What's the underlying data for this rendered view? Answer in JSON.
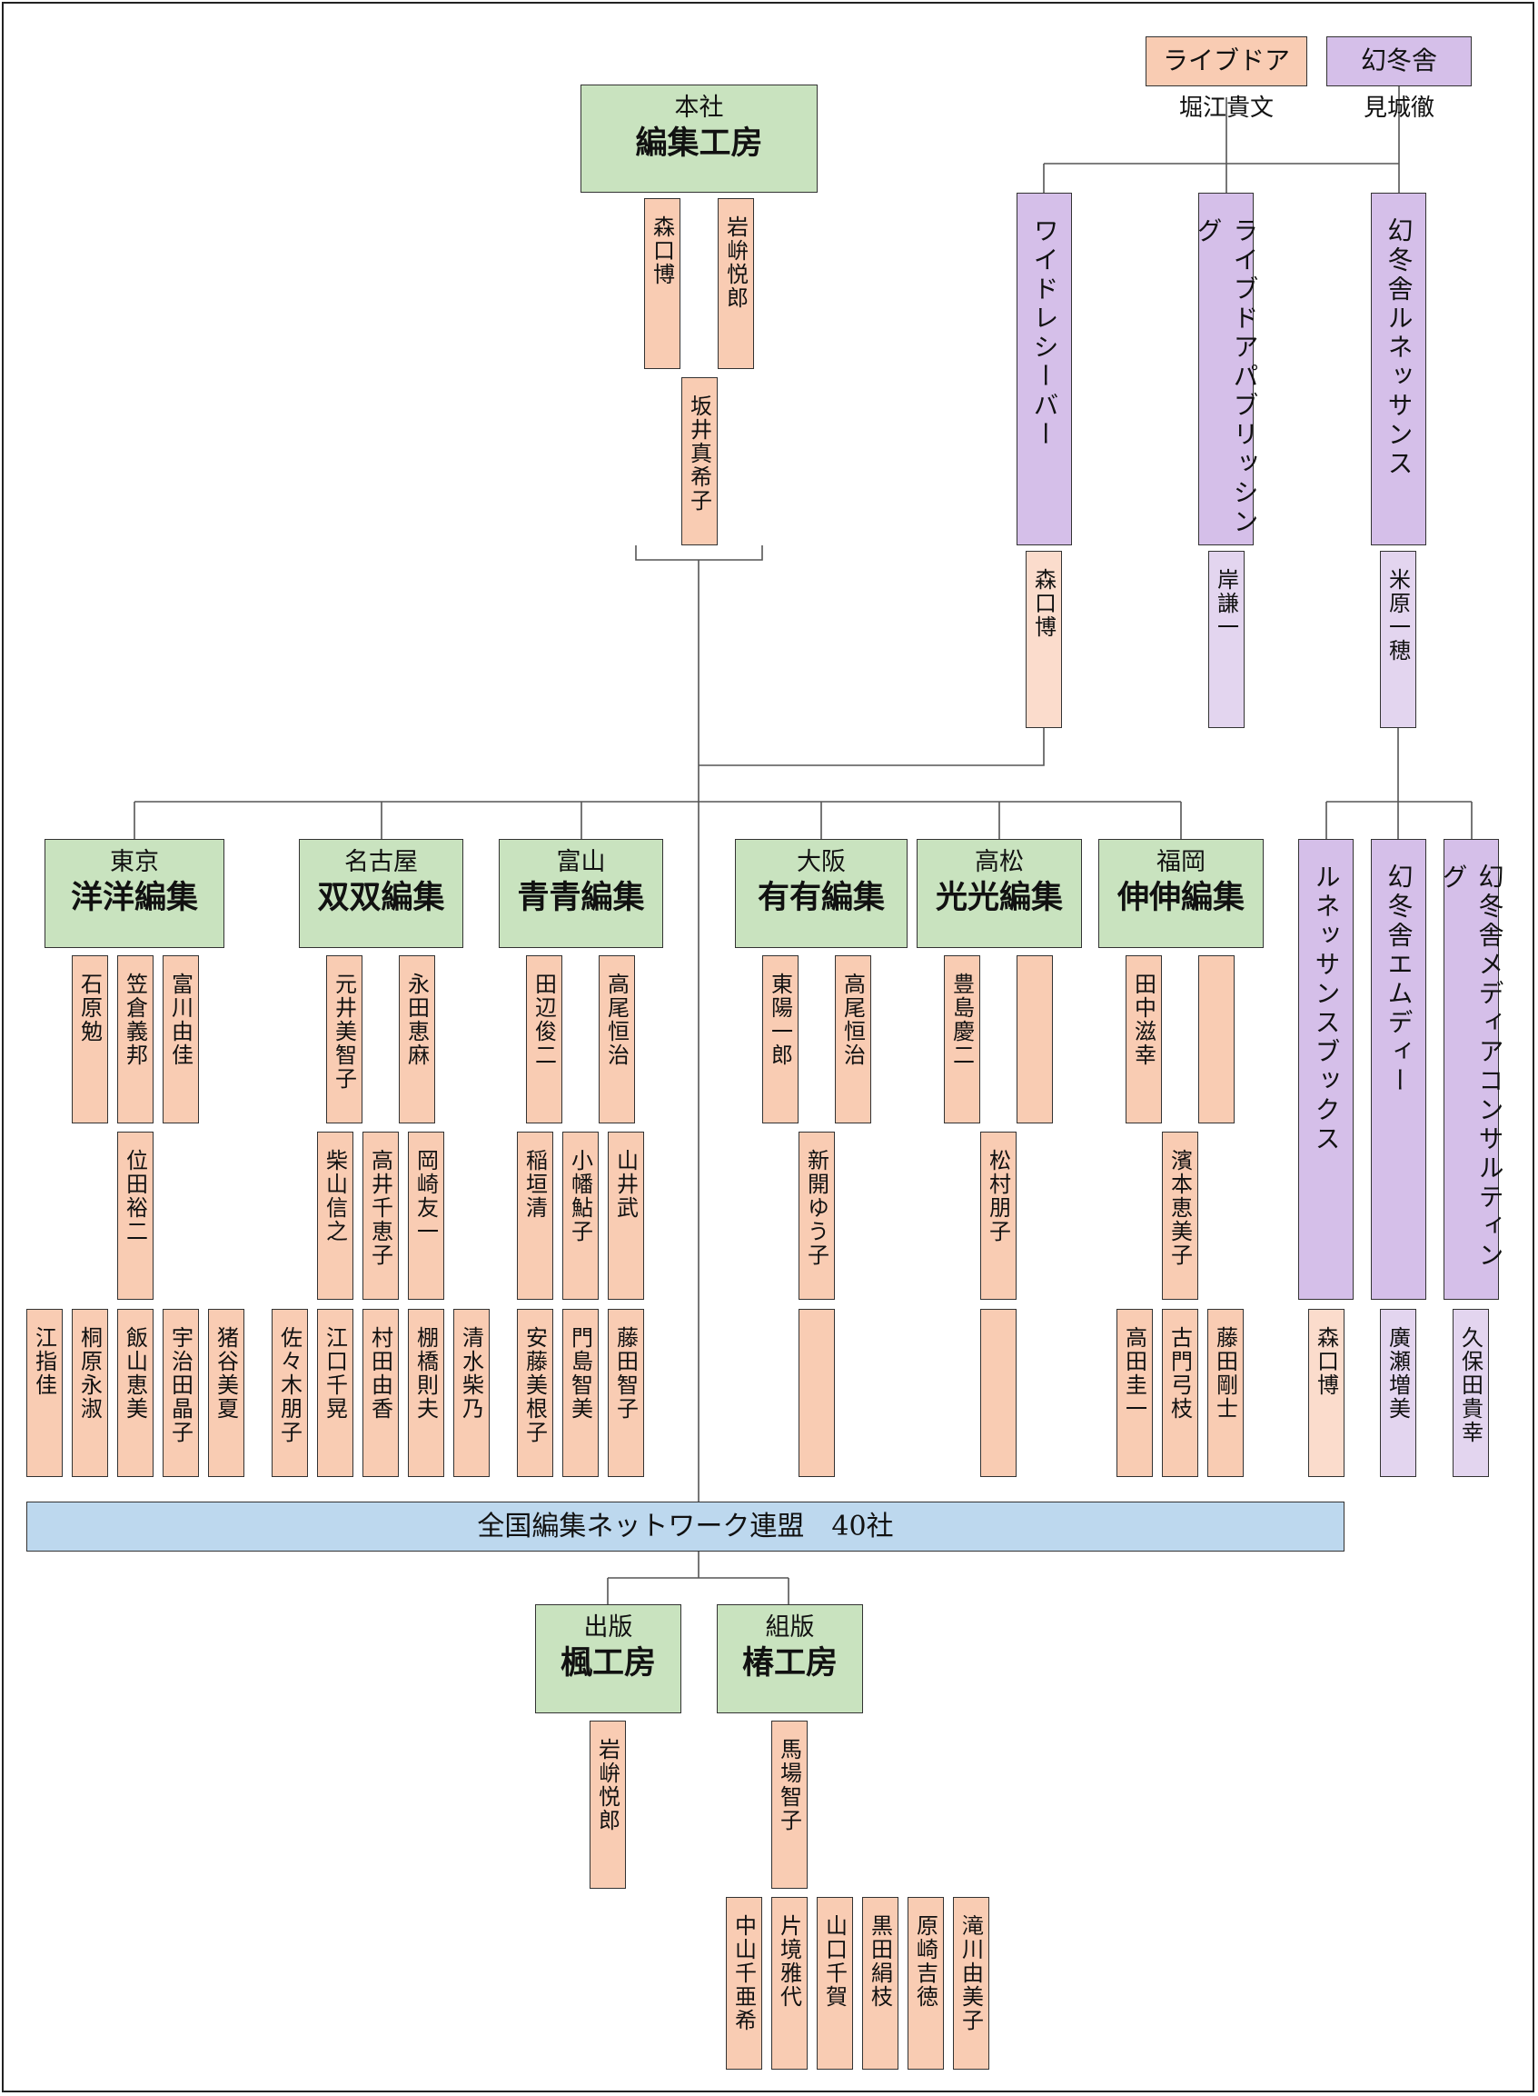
{
  "colors": {
    "org": "#c9e3bf",
    "person": "#f9ccb3",
    "person_light": "#fbdccc",
    "subsidiary": "#d5bfe9",
    "lavender": "#e3d5ef",
    "network": "#bdd8ee"
  },
  "owners": {
    "livedoor": "ライブドア",
    "gentosha": "幻冬舎",
    "livedoor_person": "堀江貴文",
    "gentosha_person": "見城徹"
  },
  "hq": {
    "sub": "本社",
    "name": "編集工房",
    "p1": "森口博",
    "p2": "岩峅悦郎",
    "p3": "坂井真希子"
  },
  "subs": {
    "wide": "ワイドレシーバー",
    "ldpub": "ライブドアパブリッシング",
    "renaissance": "幻冬舎ルネッサンス",
    "wide_p": "森口博",
    "ldpub_p": "岸謙一",
    "ren_p": "米原一穂"
  },
  "ren_children": {
    "books": "ルネッサンスブックス",
    "md": "幻冬舎エムディー",
    "consult": "幻冬舎メディアコンサルティング",
    "books_p": "森口博",
    "md_p": "廣瀬増美",
    "consult_p": "久保田貴幸"
  },
  "branches": {
    "tokyo": {
      "sub": "東京",
      "name": "洋洋編集",
      "p": [
        "石原勉",
        "笠倉義邦",
        "富川由佳",
        "位田裕二",
        "江指佳",
        "桐原永淑",
        "飯山恵美",
        "宇治田晶子",
        "猪谷美夏"
      ]
    },
    "nagoya": {
      "sub": "名古屋",
      "name": "双双編集",
      "p": [
        "元井美智子",
        "永田恵麻",
        "柴山信之",
        "高井千恵子",
        "岡崎友一",
        "佐々木朋子",
        "江口千晃",
        "村田由香",
        "棚橋則夫",
        "清水柴乃"
      ]
    },
    "toyama": {
      "sub": "富山",
      "name": "青青編集",
      "p": [
        "田辺俊二",
        "高尾恒治",
        "稲垣清",
        "小幡鮎子",
        "山井武",
        "安藤美根子",
        "門島智美",
        "藤田智子"
      ]
    },
    "osaka": {
      "sub": "大阪",
      "name": "有有編集",
      "p": [
        "東陽一郎",
        "高尾恒治",
        "新開ゆう子"
      ]
    },
    "takamatsu": {
      "sub": "高松",
      "name": "光光編集",
      "p": [
        "豊島慶二",
        "松村朋子"
      ]
    },
    "fukuoka": {
      "sub": "福岡",
      "name": "伸伸編集",
      "p": [
        "田中滋幸",
        "濱本恵美子",
        "高田圭一",
        "古門弓枝",
        "藤田剛士"
      ]
    }
  },
  "network": "全国編集ネットワーク連盟　40社",
  "bottom": {
    "kaede": {
      "sub": "出版",
      "name": "楓工房",
      "p": "岩峅悦郎"
    },
    "tsubaki": {
      "sub": "組版",
      "name": "椿工房",
      "p": [
        "馬場智子",
        "中山千亜希",
        "片境雅代",
        "山口千賀",
        "黒田絹枝",
        "原崎吉徳",
        "滝川由美子"
      ]
    }
  }
}
